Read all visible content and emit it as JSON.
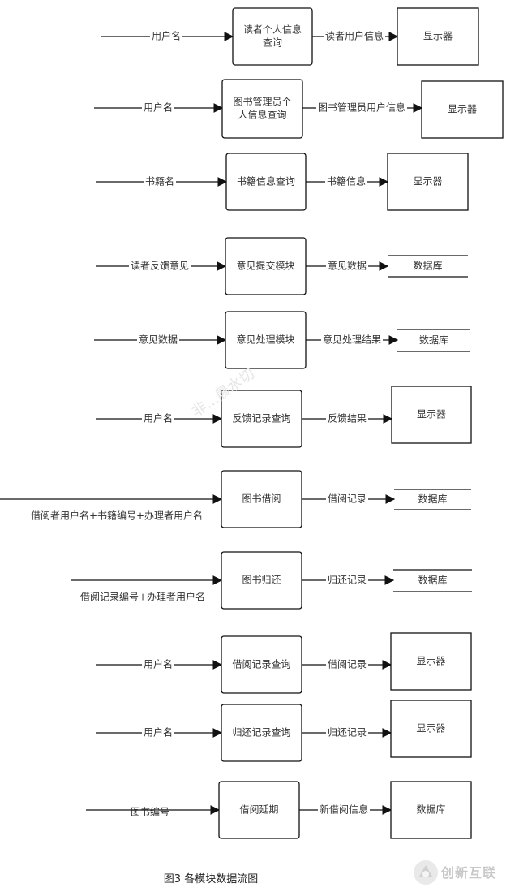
{
  "caption": "图3 各模块数据流图",
  "watermark": {
    "logo_text": "创新互联",
    "faint_text": "非...晨水切"
  },
  "sink_labels": {
    "display": "显示器",
    "database": "数据库"
  },
  "rows": [
    {
      "input": "用户名",
      "module": [
        "读者个人信息",
        "查询"
      ],
      "output": "读者用户信息",
      "sink": "display"
    },
    {
      "input": "用户名",
      "module": [
        "图书管理员个",
        "人信息查询"
      ],
      "output": "图书管理员用户信息",
      "sink": "display"
    },
    {
      "input": "书籍名",
      "module": [
        "书籍信息查询"
      ],
      "output": "书籍信息",
      "sink": "display"
    },
    {
      "input": "读者反馈意见",
      "module": [
        "意见提交模块"
      ],
      "output": "意见数据",
      "sink": "database"
    },
    {
      "input": "意见数据",
      "module": [
        "意见处理模块"
      ],
      "output": "意见处理结果",
      "sink": "database"
    },
    {
      "input": "用户名",
      "module": [
        "反馈记录查询"
      ],
      "output": "反馈结果",
      "sink": "display"
    },
    {
      "input": "借阅者用户名+书籍编号+办理者用户名",
      "module": [
        "图书借阅"
      ],
      "output": "借阅记录",
      "sink": "database"
    },
    {
      "input": "借阅记录编号+办理者用户名",
      "module": [
        "图书归还"
      ],
      "output": "归还记录",
      "sink": "database"
    },
    {
      "input": "用户名",
      "module": [
        "借阅记录查询"
      ],
      "output": "借阅记录",
      "sink": "display"
    },
    {
      "input": "用户名",
      "module": [
        "归还记录查询"
      ],
      "output": "归还记录",
      "sink": "display"
    },
    {
      "input": "图书编号",
      "module": [
        "借阅延期"
      ],
      "output": "新借阅信息",
      "sink": "display_box_database"
    }
  ]
}
